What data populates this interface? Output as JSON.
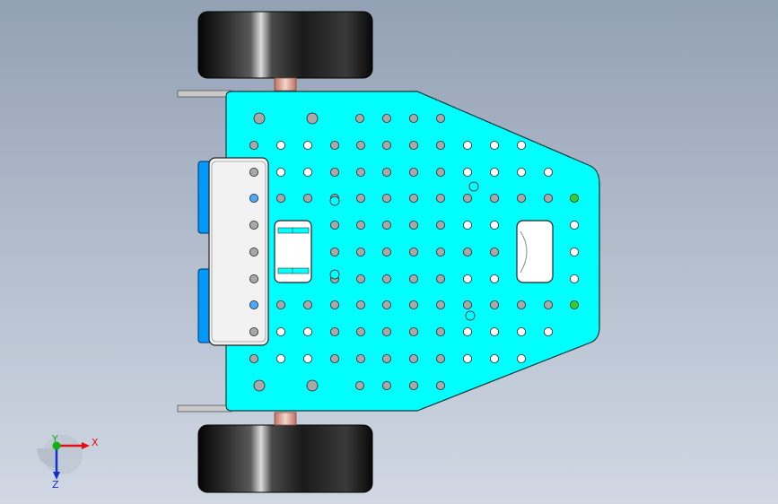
{
  "viewport": {
    "background_top": "#93a1b5",
    "background_bottom": "#d1d8e4"
  },
  "model": {
    "plate_color": "#00ffff",
    "bracket_color": "#0099ff",
    "wheel_color": "#111111",
    "hole_color": "#a8a8a8",
    "highlight_hole_color": "#33cc33",
    "parts": [
      "top-wheel",
      "bottom-wheel",
      "chassis-plate",
      "rear-bracket",
      "center-slot",
      "front-cutout"
    ]
  },
  "triad": {
    "x_label": "X",
    "y_label": "Y",
    "z_label": "Z",
    "x_color": "#e01010",
    "y_color": "#10b010",
    "z_color": "#1030d0"
  }
}
